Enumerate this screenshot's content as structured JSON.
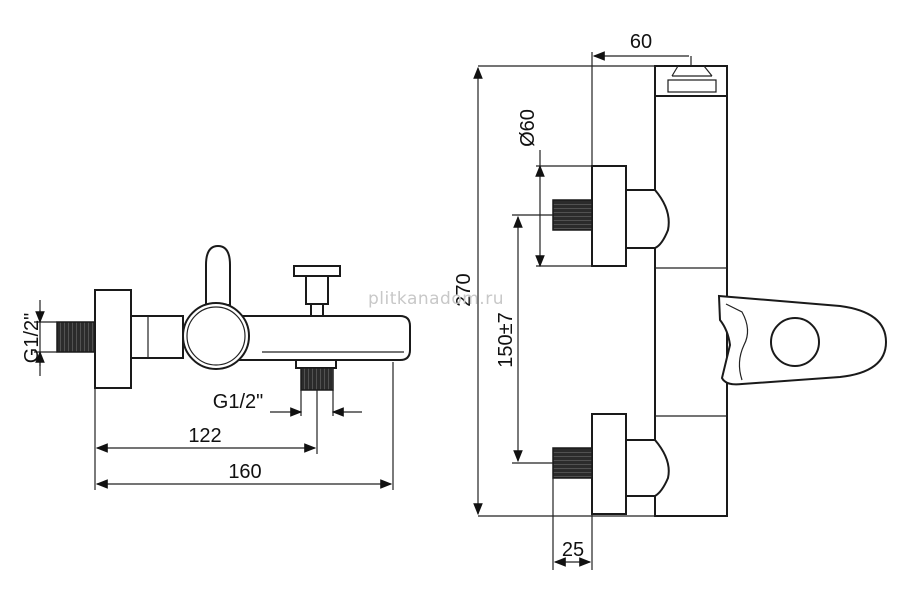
{
  "side_view": {
    "inlet_thread": "G1/2\"",
    "outlet_thread": "G1/2\"",
    "dim_spout_outlet": "122",
    "dim_total_length": "160"
  },
  "front_view": {
    "dim_top_offset": "60",
    "dim_eccentric_diameter": "Ø60",
    "dim_total_height": "270",
    "dim_inlet_spacing": "150±7",
    "dim_connector": "25"
  },
  "watermark": "plitkanadom.ru",
  "colors": {
    "line": "#1a1a1a",
    "fill_dark": "#2b2b2b"
  }
}
